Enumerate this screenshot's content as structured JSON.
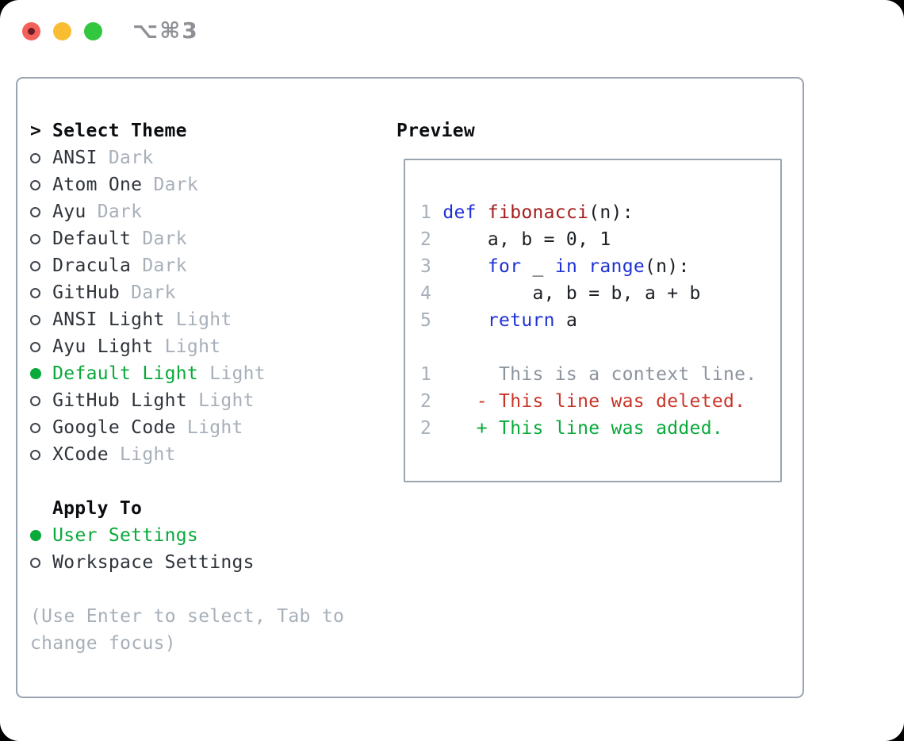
{
  "titlebar": {
    "shortcut": "⌥⌘3",
    "buttons": [
      {
        "name": "close"
      },
      {
        "name": "minimize"
      },
      {
        "name": "zoom"
      }
    ]
  },
  "theme_panel": {
    "title_prefix": ">",
    "title": "Select Theme",
    "themes": [
      {
        "name": "ANSI",
        "variant": "Dark",
        "selected": false
      },
      {
        "name": "Atom One",
        "variant": "Dark",
        "selected": false
      },
      {
        "name": "Ayu",
        "variant": "Dark",
        "selected": false
      },
      {
        "name": "Default",
        "variant": "Dark",
        "selected": false
      },
      {
        "name": "Dracula",
        "variant": "Dark",
        "selected": false
      },
      {
        "name": "GitHub",
        "variant": "Dark",
        "selected": false
      },
      {
        "name": "ANSI Light",
        "variant": "Light",
        "selected": false
      },
      {
        "name": "Ayu Light",
        "variant": "Light",
        "selected": false
      },
      {
        "name": "Default Light",
        "variant": "Light",
        "selected": true
      },
      {
        "name": "GitHub Light",
        "variant": "Light",
        "selected": false
      },
      {
        "name": "Google Code",
        "variant": "Light",
        "selected": false
      },
      {
        "name": "XCode",
        "variant": "Light",
        "selected": false
      }
    ],
    "apply_to": {
      "title": "Apply To",
      "options": [
        {
          "name": "User Settings",
          "selected": true
        },
        {
          "name": "Workspace Settings",
          "selected": false
        }
      ]
    },
    "hint_lines": [
      "(Use Enter to select, Tab to",
      "change focus)"
    ]
  },
  "preview": {
    "title": "Preview",
    "lines": [
      [
        [
          "ln",
          "1"
        ],
        [
          "tx",
          " "
        ],
        [
          "kw",
          "def"
        ],
        [
          "tx",
          " "
        ],
        [
          "fn",
          "fibonacci"
        ],
        [
          "tx",
          "(n):"
        ]
      ],
      [
        [
          "ln",
          "2"
        ],
        [
          "tx",
          "     a, b = 0, 1"
        ]
      ],
      [
        [
          "ln",
          "3"
        ],
        [
          "tx",
          "     "
        ],
        [
          "kw",
          "for"
        ],
        [
          "tx",
          " _ "
        ],
        [
          "kw",
          "in"
        ],
        [
          "tx",
          " "
        ],
        [
          "kw",
          "range"
        ],
        [
          "tx",
          "(n):"
        ]
      ],
      [
        [
          "ln",
          "4"
        ],
        [
          "tx",
          "         a, b = b, a + b"
        ]
      ],
      [
        [
          "ln",
          "5"
        ],
        [
          "tx",
          "     "
        ],
        [
          "kw",
          "return"
        ],
        [
          "tx",
          " a"
        ]
      ],
      [],
      [
        [
          "ln",
          "1"
        ],
        [
          "ctx",
          "      This is a context line."
        ]
      ],
      [
        [
          "ln",
          "2"
        ],
        [
          "tx",
          "    "
        ],
        [
          "del",
          "- This line was deleted."
        ]
      ],
      [
        [
          "ln",
          "2"
        ],
        [
          "tx",
          "    "
        ],
        [
          "add",
          "+ This line was added."
        ]
      ]
    ]
  },
  "colors": {
    "accent-green": "#09a93a",
    "added-green": "#09a93a",
    "keyword-blue": "#1f32d4",
    "function-red": "#a51c1c",
    "deleted-red": "#c93428",
    "context-gray": "#8b939d",
    "muted": "#a7afb9",
    "border": "#9aa4b0",
    "traffic-red": "#f4605a",
    "traffic-red-dot": "#6e1a22",
    "traffic-yellow": "#f9bd33",
    "traffic-green": "#33c63f"
  }
}
